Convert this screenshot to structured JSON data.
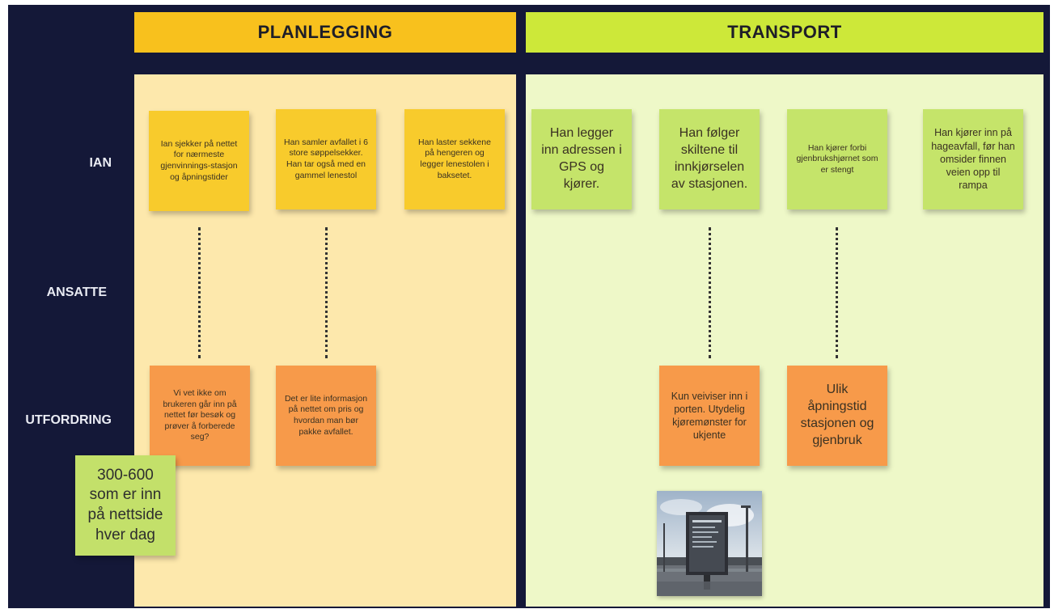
{
  "lanes": {
    "planning": "PLANLEGGING",
    "transport": "TRANSPORT"
  },
  "rows": {
    "ian": "IAN",
    "ansatte": "ANSATTE",
    "utfordring": "UTFORDRING"
  },
  "notes": {
    "ian_1": "Ian sjekker på nettet for nærmeste gjenvinnings-stasjon og åpningstider",
    "ian_2": "Han samler avfallet i 6 store søppelsekker. Han tar også med en gammel lenestol",
    "ian_3": "Han laster sekkene på hengeren og legger lenestolen i baksetet.",
    "ian_4": "Han legger inn adressen i GPS og kjører.",
    "ian_5": "Han følger skiltene til innkjørselen av stasjonen.",
    "ian_6": "Han kjører forbi gjenbrukshjørnet som er stengt",
    "ian_7": "Han kjører inn på hageavfall, før han omsider finnen veien opp til rampa",
    "challenge_1": "Vi vet ikke om brukeren går inn på nettet før besøk og prøver å forberede seg?",
    "challenge_2": "Det er lite informasjon på nettet om pris og hvordan man bør pakke avfallet.",
    "challenge_3": "Kun veiviser inn i porten. Utydelig kjøremønster for ukjente",
    "challenge_4": "Ulik åpningstid stasjonen og gjenbruk",
    "stat": "300-600 som er inn på nettside hver dag"
  },
  "photo": {
    "icon": "site-sign-photo"
  }
}
